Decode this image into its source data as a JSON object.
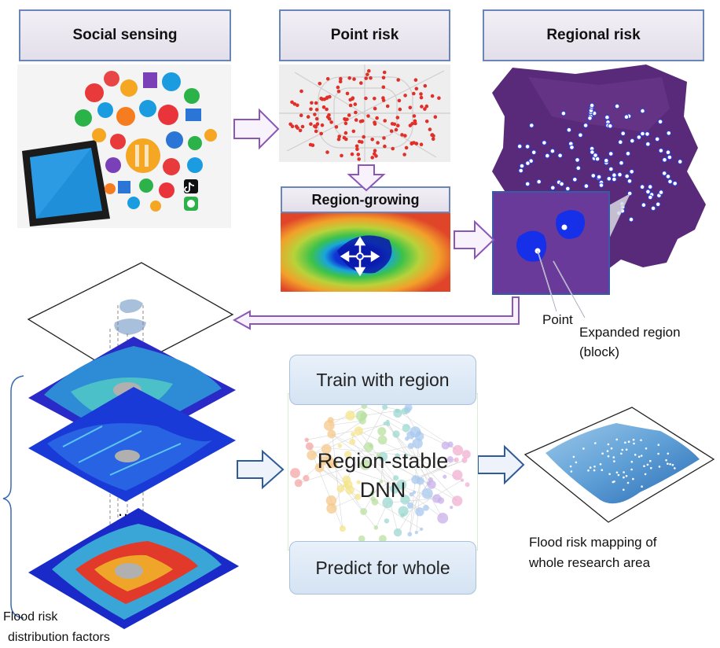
{
  "headers": {
    "social_sensing": "Social sensing",
    "point_risk": "Point risk",
    "regional_risk": "Regional risk"
  },
  "region_growing": {
    "title": "Region-growing"
  },
  "annotations": {
    "point": "Point",
    "expanded_region": "Expanded region",
    "block": "(block)"
  },
  "factors": {
    "ellipsis": "…",
    "label_line1": "Flood risk",
    "label_line2": "distribution factors"
  },
  "dnn": {
    "train": "Train with region",
    "model_line1": "Region-stable",
    "model_line2": "DNN",
    "predict": "Predict for whole"
  },
  "output": {
    "line1": "Flood risk mapping of",
    "line2": "whole research area"
  },
  "colors": {
    "arrow_purple": "#8a56b8",
    "arrow_blue": "#2f5b9a",
    "header_border": "#6a86b9",
    "map_purple": "#5a2a7a",
    "region_blue": "#1530e8"
  }
}
